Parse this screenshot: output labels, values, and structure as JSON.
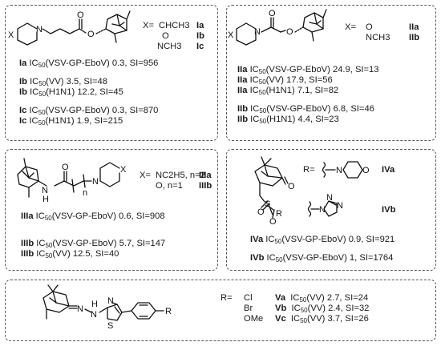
{
  "p1": {
    "x_eq": "X=",
    "subs": [
      {
        "x": "CHCH3",
        "id": "Ia"
      },
      {
        "x": "O",
        "id": "Ib"
      },
      {
        "x": "NCH3",
        "id": "Ic"
      }
    ],
    "atoms": {
      "N": "N",
      "X": "X",
      "O1": "O",
      "O2": "O"
    },
    "lines": [
      {
        "id": "Ia",
        "pre": "IC",
        "sub": "50",
        "text": "(VSV-GP-EboV) 0.3, SI=956"
      },
      {
        "id": "Ib",
        "pre": "IC",
        "sub": "50",
        "text": "(VV) 3.5, SI=48"
      },
      {
        "id": "Ib",
        "pre": "IC",
        "sub": "50",
        "text": "(H1N1) 12.2, SI=45"
      },
      {
        "id": "Ic",
        "pre": "IC",
        "sub": "50",
        "text": "(VSV-GP-EboV) 0.3, SI=870"
      },
      {
        "id": "Ic",
        "pre": "IC",
        "sub": "50",
        "text": "(H1N1) 1.9, SI=215"
      }
    ]
  },
  "p2": {
    "x_eq": "X=",
    "subs": [
      {
        "x": "O",
        "id": "IIa"
      },
      {
        "x": "NCH3",
        "id": "IIb"
      }
    ],
    "atoms": {
      "N": "N",
      "X": "X",
      "O1": "O",
      "O2": "O"
    },
    "lines": [
      {
        "id": "IIa",
        "pre": "IC",
        "sub": "50",
        "text": "(VSV-GP-EboV) 24.9, SI=13"
      },
      {
        "id": "IIa",
        "pre": "IC",
        "sub": "50",
        "text": "(VV) 17.9, SI=56"
      },
      {
        "id": "IIa",
        "pre": "IC",
        "sub": "50",
        "text": "(H1N1) 7.1, SI=82"
      },
      {
        "id": "IIb",
        "pre": "IC",
        "sub": "50",
        "text": "(VSV-GP-EboV) 6.8, SI=46"
      },
      {
        "id": "IIb",
        "pre": "IC",
        "sub": "50",
        "text": "(H1N1) 4.4, SI=23"
      }
    ]
  },
  "p3": {
    "x_eq": "X=",
    "subs": [
      {
        "x": "NC2H5, n=2",
        "id": "IIIa"
      },
      {
        "x": "O, n=1",
        "id": "IIIb"
      }
    ],
    "atoms": {
      "H": "H",
      "N1": "N",
      "N2": "N",
      "X": "X",
      "O": "O",
      "n": "n"
    },
    "lines": [
      {
        "id": "IIIa",
        "pre": "IC",
        "sub": "50",
        "text": "(VSV-GP-EboV) 0.6, SI=908"
      },
      {
        "id": "IIIb",
        "pre": "IC",
        "sub": "50",
        "text": "(VSV-GP-EboV) 5.7, SI=147"
      },
      {
        "id": "IIIb",
        "pre": "IC",
        "sub": "50",
        "text": "(VV) 12.5, SI=40"
      }
    ]
  },
  "p4": {
    "r_eq": "R=",
    "subs": [
      {
        "id": "IVa"
      },
      {
        "id": "IVb"
      }
    ],
    "atoms": {
      "O": "O",
      "S": "S",
      "SO1": "O",
      "SO2": "O",
      "R": "R",
      "NmN": "N",
      "NmO": "O",
      "T1": "N",
      "T2": "N",
      "T3": "N"
    },
    "lines": [
      {
        "id": "IVa",
        "pre": "IC",
        "sub": "50",
        "text": "(VSV-GP-EboV) 0.9, SI=921"
      },
      {
        "id": "IVb",
        "pre": "IC",
        "sub": "50",
        "text": "(VSV-GP-EboV) 1, SI=1764"
      }
    ]
  },
  "p5": {
    "r_eq": "R=",
    "atoms": {
      "N1": "N",
      "N2": "N",
      "H": "H",
      "S": "S",
      "N3": "N",
      "R": "R"
    },
    "rows": [
      {
        "r": "Cl",
        "id": "Va",
        "pre": "IC",
        "sub": "50",
        "text": "(VV) 2.7, SI=24"
      },
      {
        "r": "Br",
        "id": "Vb",
        "pre": "IC",
        "sub": "50",
        "text": "(VV) 2.4, SI=32"
      },
      {
        "r": "OMe",
        "id": "Vc",
        "pre": "IC",
        "sub": "50",
        "text": "(VV) 3.7, SI=26"
      }
    ]
  }
}
